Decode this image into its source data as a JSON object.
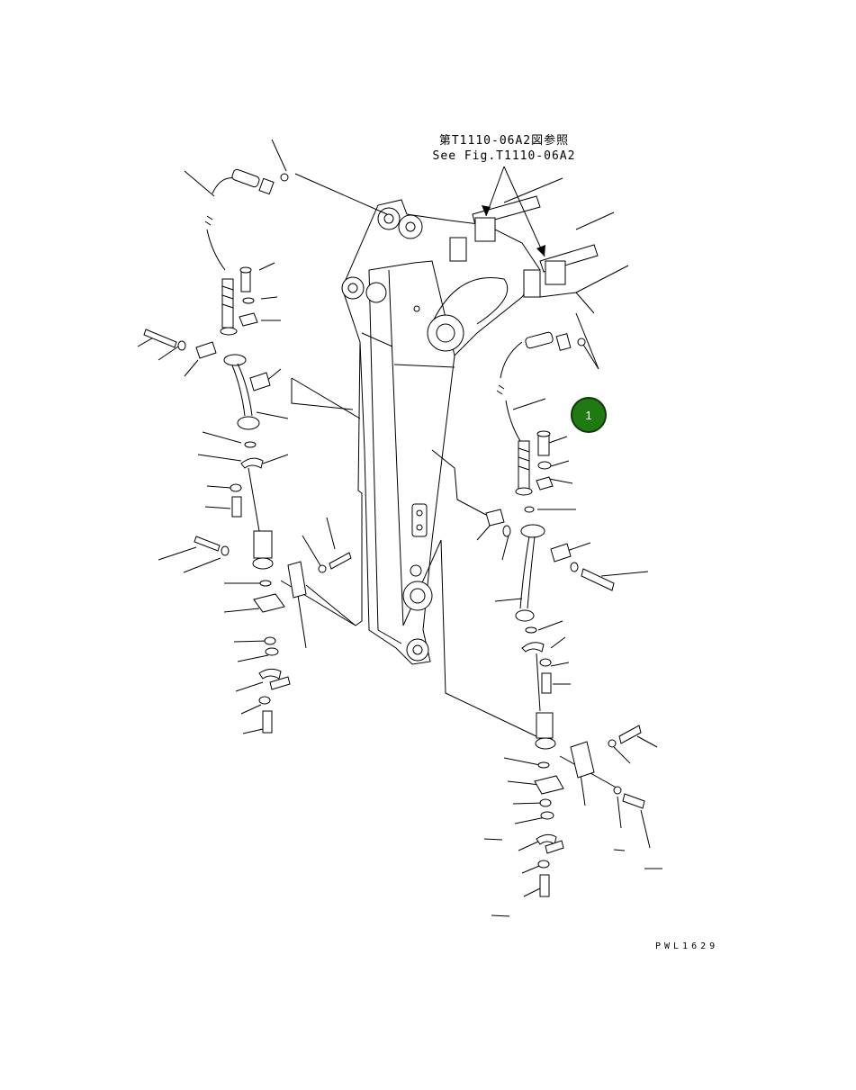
{
  "reference_note": {
    "japanese": "第T1110-06A2図参照",
    "english": "See Fig.T1110-06A2"
  },
  "callout": {
    "label": "1",
    "color": "#1f7a12"
  },
  "drawing_code": "PWL1629"
}
